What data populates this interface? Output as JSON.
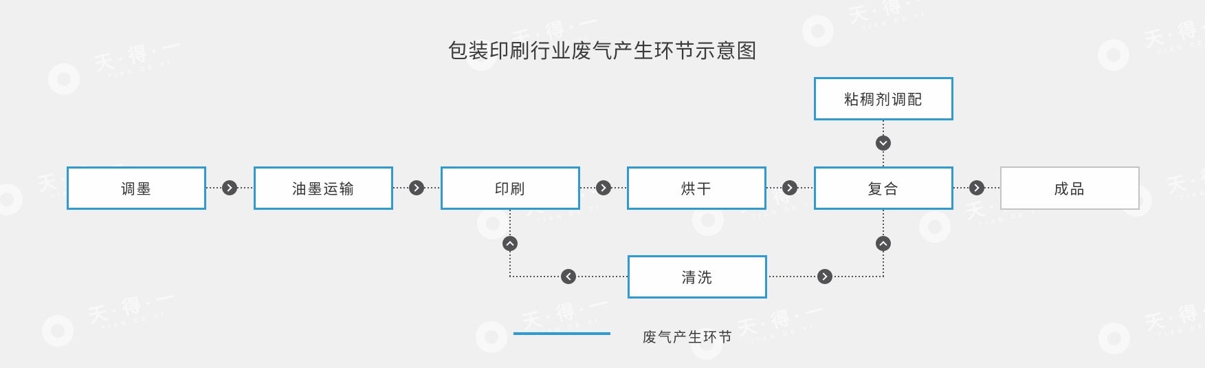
{
  "title": "包装印刷行业废气产生环节示意图",
  "colors": {
    "accent_blue": "#2e9bd6",
    "box_border_gray": "#c4c4c4",
    "connector_gray": "#525254",
    "background": "#f0f0f0",
    "text_dark": "#3a3a3a"
  },
  "flowchart": {
    "nodes": [
      {
        "id": "ink-mixing",
        "label": "调墨",
        "type": "waste-gas"
      },
      {
        "id": "ink-transport",
        "label": "油墨运输",
        "type": "waste-gas"
      },
      {
        "id": "printing",
        "label": "印刷",
        "type": "waste-gas"
      },
      {
        "id": "drying",
        "label": "烘干",
        "type": "waste-gas"
      },
      {
        "id": "laminating",
        "label": "复合",
        "type": "waste-gas"
      },
      {
        "id": "finished-product",
        "label": "成品",
        "type": "plain"
      },
      {
        "id": "thickener-preparation",
        "label": "粘稠剂调配",
        "type": "waste-gas"
      },
      {
        "id": "cleaning",
        "label": "清洗",
        "type": "waste-gas"
      }
    ],
    "edges": [
      {
        "from": "调墨",
        "to": "油墨运输",
        "arrow": "arrow-right-icon"
      },
      {
        "from": "油墨运输",
        "to": "印刷",
        "arrow": "arrow-right-icon"
      },
      {
        "from": "印刷",
        "to": "烘干",
        "arrow": "arrow-right-icon"
      },
      {
        "from": "烘干",
        "to": "复合",
        "arrow": "arrow-right-icon"
      },
      {
        "from": "复合",
        "to": "成品",
        "arrow": "arrow-right-icon"
      },
      {
        "from": "粘稠剂调配",
        "to": "复合",
        "arrow": "arrow-down-icon"
      },
      {
        "from": "清洗",
        "to": "印刷",
        "arrow": "arrow-left-icon, arrow-up-icon"
      },
      {
        "from": "清洗",
        "to": "复合",
        "arrow": "arrow-right-icon, arrow-up-icon"
      }
    ]
  },
  "legend": {
    "label": "废气产生环节",
    "swatch_color": "#2e9bd6"
  },
  "watermark": {
    "text": "天·得·一",
    "subtext": "TIAN DE YI"
  }
}
